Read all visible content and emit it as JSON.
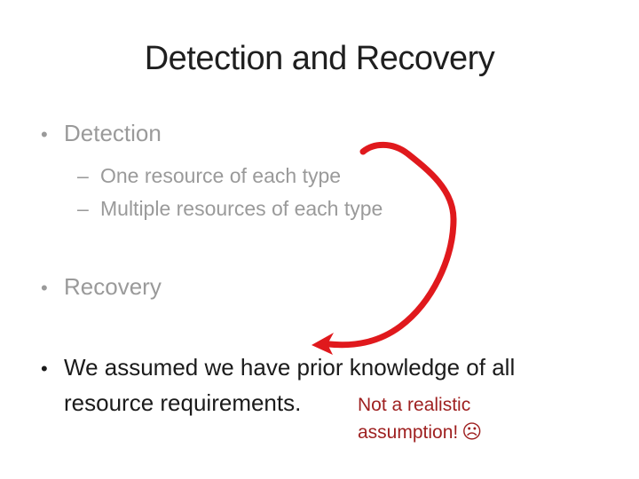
{
  "slide": {
    "title": "Detection and Recovery",
    "detection": {
      "marker": "•",
      "label": "Detection"
    },
    "detection_subs": [
      {
        "marker": "–",
        "label": "One resource of each type"
      },
      {
        "marker": "–",
        "label": "Multiple resources of each type"
      }
    ],
    "recovery": {
      "marker": "•",
      "label": "Recovery"
    },
    "assumption": {
      "marker": "•",
      "line1": "We assumed we have prior knowledge of all",
      "line2": "resource requirements."
    },
    "note": {
      "line1": "Not a realistic",
      "line2": "assumption!",
      "sad_face": "☹"
    },
    "icons": {
      "curved_arrow": "hand-drawn red arrow curving from the detection sub-bullets down to the assumption bullet",
      "sad_face_icon": "☹"
    },
    "colors": {
      "background": "#ffffff",
      "title_text": "#1f1f1f",
      "gray_text": "#9a9a9a",
      "body_text": "#1b1b1b",
      "note_red": "#9e1f1f",
      "arrow_red": "#e0191d"
    }
  }
}
